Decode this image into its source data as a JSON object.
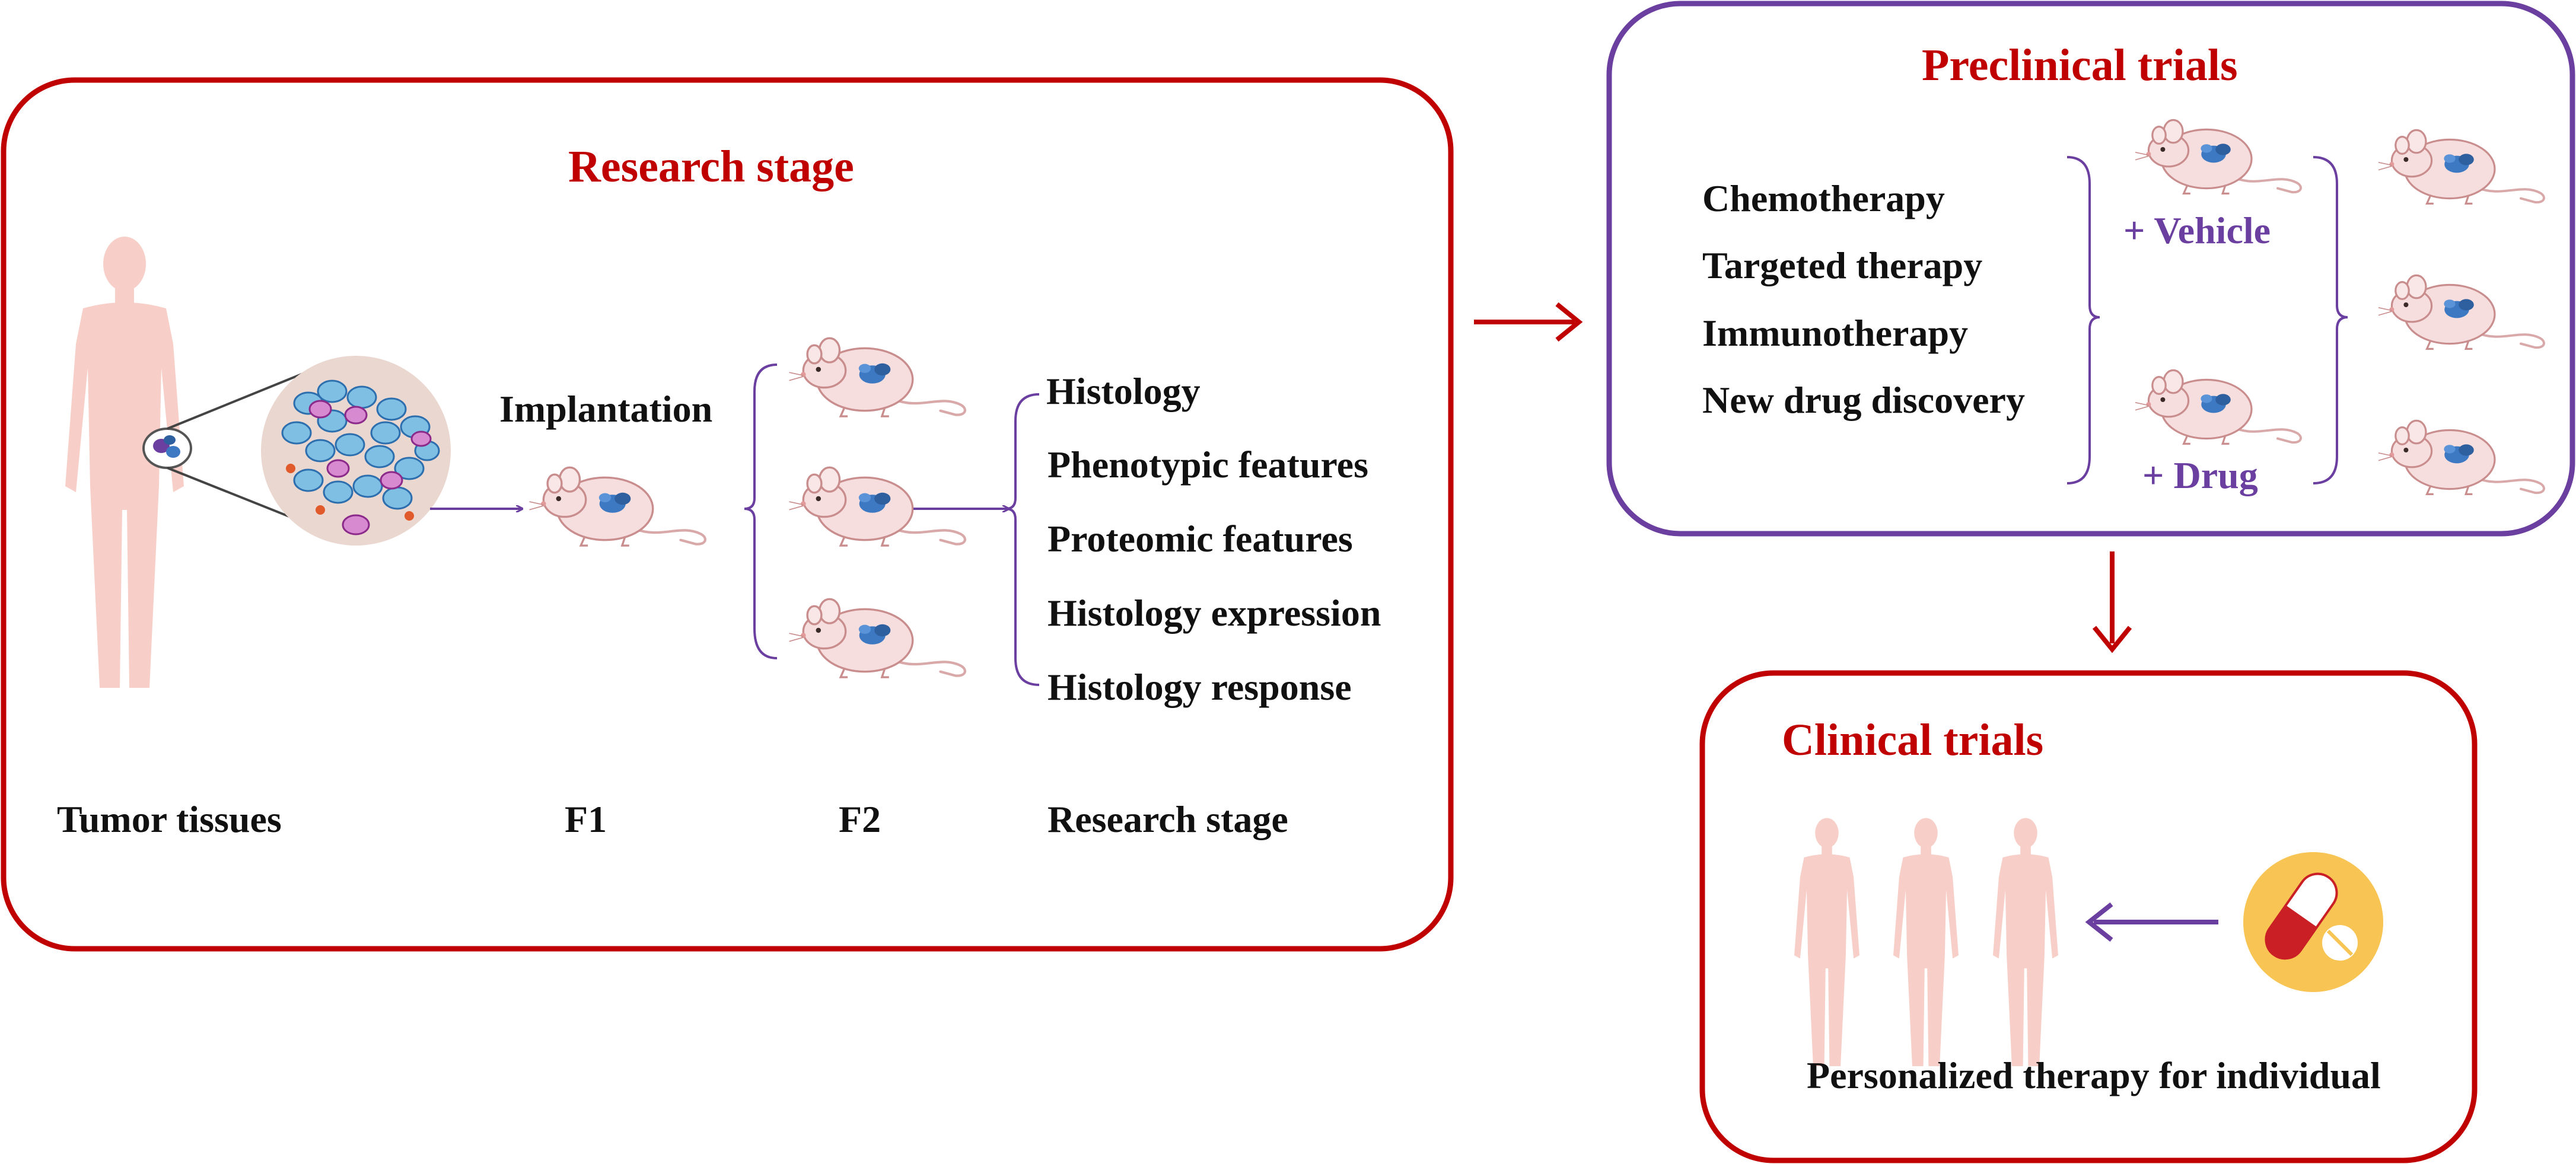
{
  "colors": {
    "red": "#c00000",
    "purple": "#6b3fa0",
    "skin": "#f7cfc8",
    "mouse_body": "#f6dede",
    "tumor_blue": "#3d79c2",
    "pill_yellow": "#f8c453",
    "pill_red": "#c91f25"
  },
  "research": {
    "title": "Research stage",
    "implantation": "Implantation",
    "features": [
      "Histology",
      "Phenotypic features",
      "Proteomic features",
      "Histology expression",
      "Histology response"
    ],
    "bottom_labels": {
      "tumor": "Tumor tissues",
      "f1": "F1",
      "f2": "F2",
      "stage": "Research stage"
    }
  },
  "preclinical": {
    "title": "Preclinical trials",
    "therapies": [
      "Chemotherapy",
      "Targeted therapy",
      "Immunotherapy",
      "New drug discovery"
    ],
    "vehicle": "+ Vehicle",
    "drug": "+ Drug"
  },
  "clinical": {
    "title": "Clinical trials",
    "caption": "Personalized therapy for individual"
  },
  "icons": {
    "human": "human-silhouette-icon",
    "mouse": "mouse-icon",
    "tumor": "tumor-cells-icon",
    "pill": "pill-icon",
    "arrow": "arrow-icon",
    "brace": "brace-icon"
  }
}
